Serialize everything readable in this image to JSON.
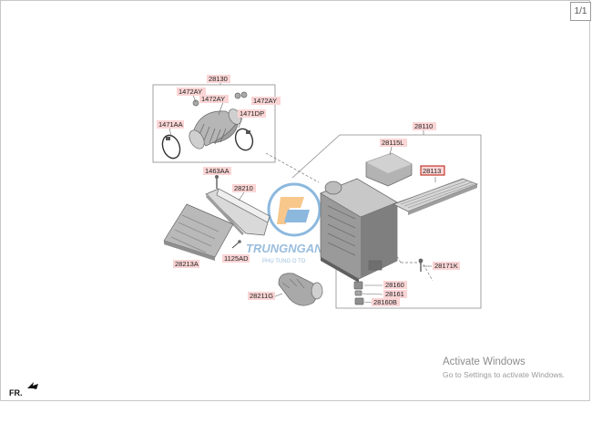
{
  "viewer": {
    "page_counter": "1/1"
  },
  "diagram": {
    "parts": {
      "p28130": "28130",
      "p1472AY_a": "1472AY",
      "p1472AY_b": "1472AY",
      "p1472AY_c": "1472AY",
      "p1471DP": "1471DP",
      "p1471AA": "1471AA",
      "p1463AA": "1463AA",
      "p28210": "28210",
      "p28213A": "28213A",
      "p1125AD": "1125AD",
      "p28211G": "28211G",
      "p28110": "28110",
      "p28115L": "28115L",
      "p28113": "28113",
      "p28171K": "28171K",
      "p28160": "28160",
      "p28161": "28161",
      "p28160B": "28160B"
    },
    "front_indicator": "FR.",
    "watermark": {
      "brand": "TRUNGNGANPH",
      "tagline": "PHỤ TÙNG Ô TÔ"
    }
  },
  "os_overlay": {
    "title": "Activate Windows",
    "subtitle": "Go to Settings to activate Windows."
  },
  "colors": {
    "tag_fill": "#fbd5d5",
    "selected_border": "#c0392b",
    "watermark": "#1f6fb5"
  }
}
